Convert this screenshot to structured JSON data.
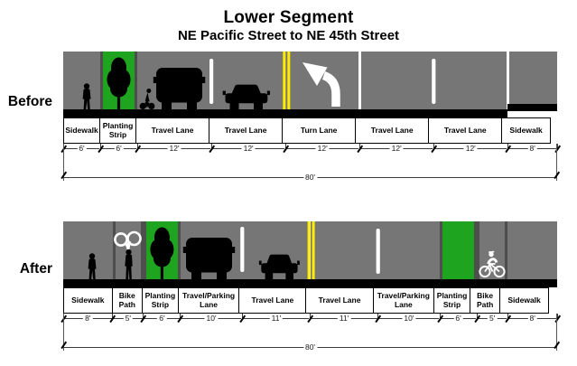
{
  "title": "Lower Segment",
  "subtitle": "NE Pacific Street to NE 45th Street",
  "colors": {
    "road_gray": "#767676",
    "curb_dark": "#4E4E4E",
    "planting_green": "#1FA41F",
    "centerline_yellow": "#FFEB00",
    "ground_black": "#000000",
    "marking_white": "#FFFFFF"
  },
  "sections": [
    {
      "label": "Before",
      "total_dim": "80'",
      "segments": [
        {
          "label": "Sidewalk",
          "dim": "6'",
          "width_ft": 6,
          "type": "sidewalk"
        },
        {
          "label": "Planting Strip",
          "dim": "6'",
          "width_ft": 6,
          "type": "planting"
        },
        {
          "label": "Travel Lane",
          "dim": "12'",
          "width_ft": 12,
          "type": "road"
        },
        {
          "label": "Travel Lane",
          "dim": "12'",
          "width_ft": 12,
          "type": "road"
        },
        {
          "label": "Turn Lane",
          "dim": "12'",
          "width_ft": 12,
          "type": "road"
        },
        {
          "label": "Travel Lane",
          "dim": "12'",
          "width_ft": 12,
          "type": "road",
          "gap_before": true
        },
        {
          "label": "Travel Lane",
          "dim": "12'",
          "width_ft": 12,
          "type": "road"
        },
        {
          "label": "Sidewalk",
          "dim": "8'",
          "width_ft": 8,
          "type": "sidewalk",
          "gap_before": true,
          "raised": true
        }
      ]
    },
    {
      "label": "After",
      "total_dim": "80'",
      "segments": [
        {
          "label": "Sidewalk",
          "dim": "8'",
          "width_ft": 8,
          "type": "sidewalk"
        },
        {
          "label": "Bike Path",
          "dim": "5'",
          "width_ft": 5,
          "type": "bikepath"
        },
        {
          "label": "Planting Strip",
          "dim": "6'",
          "width_ft": 6,
          "type": "planting"
        },
        {
          "label": "Travel/Parking Lane",
          "dim": "10'",
          "width_ft": 10,
          "type": "road"
        },
        {
          "label": "Travel Lane",
          "dim": "11'",
          "width_ft": 11,
          "type": "road"
        },
        {
          "label": "Travel Lane",
          "dim": "11'",
          "width_ft": 11,
          "type": "road"
        },
        {
          "label": "Travel/Parking Lane",
          "dim": "10'",
          "width_ft": 10,
          "type": "road"
        },
        {
          "label": "Planting Strip",
          "dim": "6'",
          "width_ft": 6,
          "type": "planting"
        },
        {
          "label": "Bike Path",
          "dim": "5'",
          "width_ft": 5,
          "type": "bikepath"
        },
        {
          "label": "Sidewalk",
          "dim": "8'",
          "width_ft": 8,
          "type": "sidewalk"
        }
      ]
    }
  ]
}
